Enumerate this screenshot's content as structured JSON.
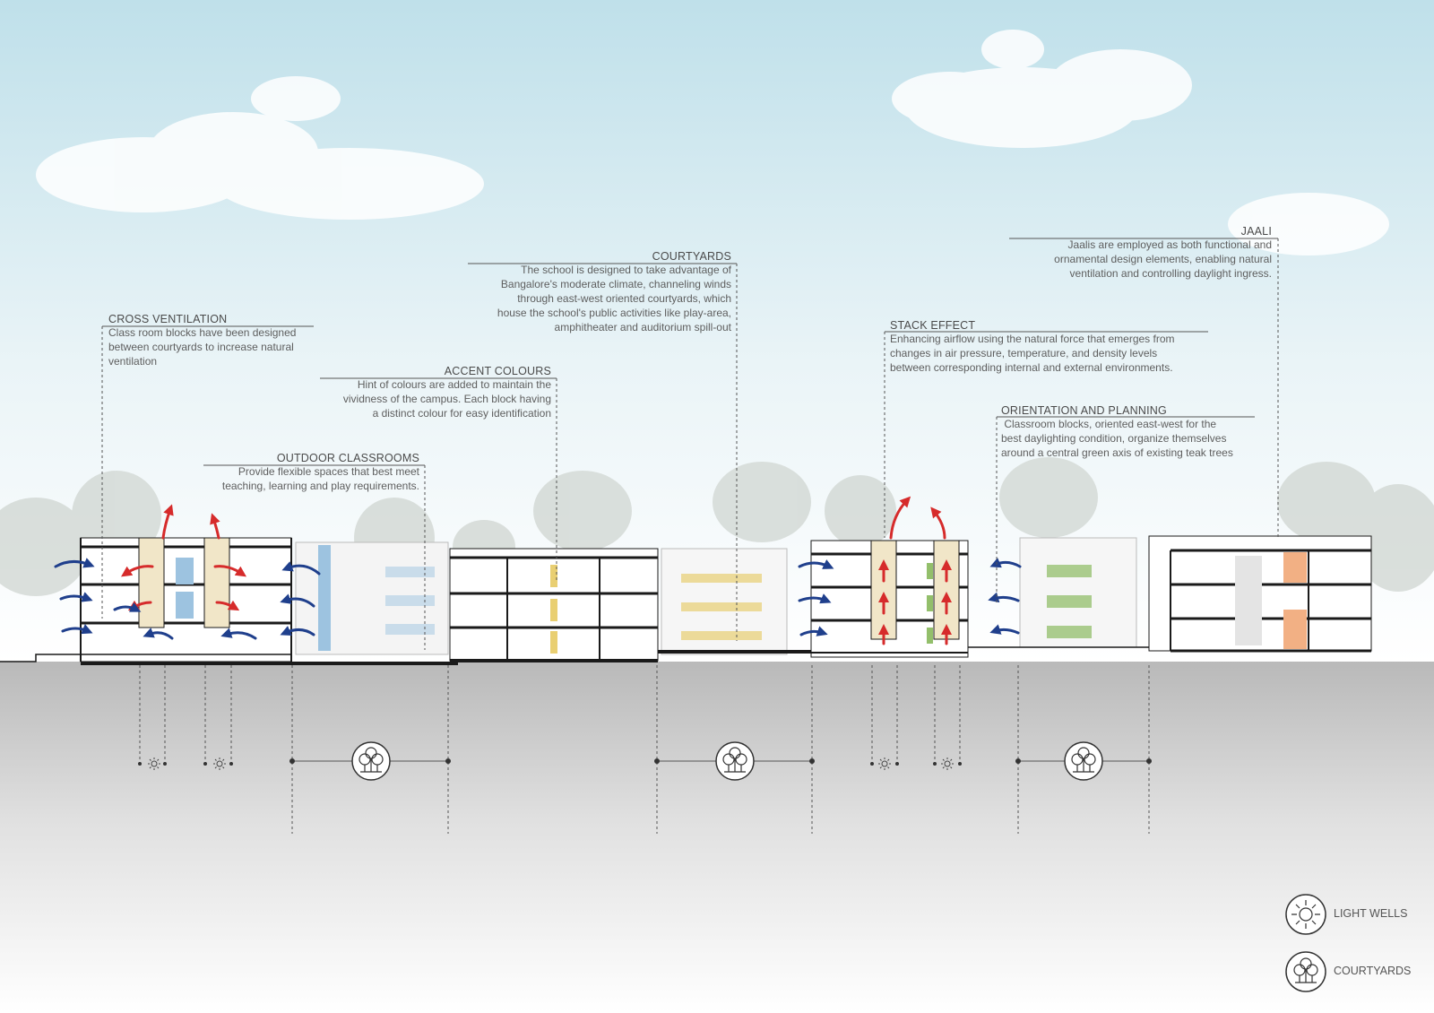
{
  "annotations": {
    "cross_ventilation": {
      "title": "CROSS VENTILATION",
      "lines": [
        "Class room blocks have been designed",
        "between courtyards to increase natural",
        "ventilation"
      ]
    },
    "accent_colours": {
      "title": "ACCENT COLOURS",
      "lines": [
        "Hint of colours are added to maintain the",
        "vividness of the campus. Each block having",
        "a distinct colour for easy identification"
      ]
    },
    "outdoor_classrooms": {
      "title": "OUTDOOR CLASSROOMS",
      "lines": [
        "Provide flexible spaces that best meet",
        "teaching, learning and play requirements."
      ]
    },
    "courtyards": {
      "title": "COURTYARDS",
      "lines": [
        "The school is designed to take advantage of",
        "Bangalore's moderate climate, channeling winds",
        "through east-west oriented courtyards, which",
        "house the school's public activities like play-area,",
        "amphitheater and auditorium spill-out"
      ]
    },
    "stack_effect": {
      "title": "STACK EFFECT",
      "lines": [
        "Enhancing airflow using the natural force that emerges from",
        "changes in air pressure, temperature, and density levels",
        "between corresponding internal and external environments."
      ]
    },
    "orientation_planning": {
      "title": "ORIENTATION AND PLANNING",
      "lines": [
        " Classroom blocks, oriented east-west for the",
        "best daylighting condition, organize themselves",
        "around a central green axis of existing teak trees"
      ]
    },
    "jaali": {
      "title": "JAALI",
      "lines": [
        "Jaalis are employed as both functional and",
        "ornamental design elements, enabling natural",
        "ventilation and controlling daylight ingress."
      ]
    }
  },
  "legend": {
    "light_wells": "LIGHT WELLS",
    "courtyards": "COURTYARDS"
  },
  "colors": {
    "sky_top": "#bfe0ea",
    "ground": "#bdbdbd",
    "hot_air_arrow": "#d62b2b",
    "cool_air_arrow": "#1f3f8c",
    "accent_blue": "#9dc3e0",
    "accent_yellow": "#e9cf72",
    "accent_green": "#93bf6b",
    "accent_orange": "#f2b084",
    "lightwell_tint": "#f1e6c8"
  }
}
